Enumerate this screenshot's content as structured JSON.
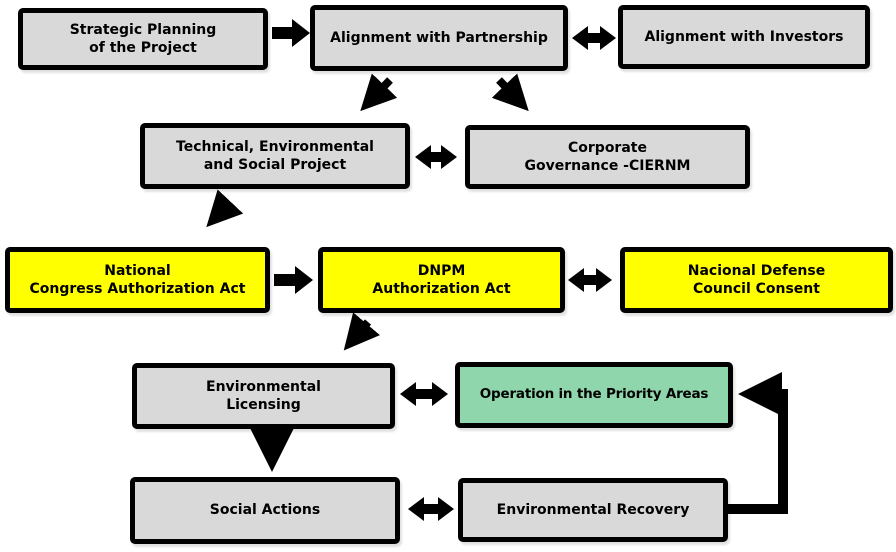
{
  "diagram": {
    "background_color": "#ffffff",
    "colors": {
      "box_gray": "#d9d9d9",
      "box_yellow": "#ffff00",
      "box_green": "#8fd6ac",
      "border_and_arrows": "#000000"
    },
    "nodes": {
      "strategic_planning": {
        "label": "Strategic Planning\nof the Project",
        "color": "#d9d9d9"
      },
      "alignment_partnership": {
        "label": "Alignment with Partnership",
        "color": "#d9d9d9"
      },
      "alignment_investors": {
        "label": "Alignment with Investors",
        "color": "#d9d9d9"
      },
      "technical_project": {
        "label": "Technical, Environmental\nand Social Project",
        "color": "#d9d9d9"
      },
      "corporate_governance": {
        "label": "Corporate\nGovernance -CIERNM",
        "color": "#d9d9d9"
      },
      "national_congress": {
        "label": "National\nCongress Authorization Act",
        "color": "#ffff00"
      },
      "dnpm": {
        "label": "DNPM\nAuthorization Act",
        "color": "#ffff00"
      },
      "nacional_defense": {
        "label": "Nacional Defense\nCouncil Consent",
        "color": "#ffff00"
      },
      "environmental_licensing": {
        "label": "Environmental\nLicensing",
        "color": "#d9d9d9"
      },
      "operation_priority_areas": {
        "label": "Operation in the Priority Areas",
        "color": "#8fd6ac"
      },
      "social_actions": {
        "label": "Social Actions",
        "color": "#d9d9d9"
      },
      "environmental_recovery": {
        "label": "Environmental Recovery",
        "color": "#d9d9d9"
      }
    },
    "edges": [
      {
        "from": "strategic_planning",
        "to": "alignment_partnership",
        "type": "single-arrow-right"
      },
      {
        "from": "alignment_partnership",
        "to": "alignment_investors",
        "type": "double-arrow"
      },
      {
        "from": "alignment_partnership",
        "to": "technical_project",
        "type": "single-arrow-diagonal"
      },
      {
        "from": "alignment_partnership",
        "to": "corporate_governance",
        "type": "single-arrow-diagonal"
      },
      {
        "from": "technical_project",
        "to": "corporate_governance",
        "type": "double-arrow"
      },
      {
        "from": "technical_project",
        "to": "national_congress",
        "type": "single-arrow-diagonal"
      },
      {
        "from": "national_congress",
        "to": "dnpm",
        "type": "single-arrow-right"
      },
      {
        "from": "dnpm",
        "to": "nacional_defense",
        "type": "double-arrow"
      },
      {
        "from": "dnpm",
        "to": "environmental_licensing",
        "type": "single-arrow-diagonal"
      },
      {
        "from": "environmental_licensing",
        "to": "operation_priority_areas",
        "type": "double-arrow"
      },
      {
        "from": "environmental_licensing",
        "to": "social_actions",
        "type": "single-arrow-down"
      },
      {
        "from": "social_actions",
        "to": "environmental_recovery",
        "type": "double-arrow"
      },
      {
        "from": "environmental_recovery",
        "to": "operation_priority_areas",
        "type": "elbow-arrow"
      }
    ]
  }
}
